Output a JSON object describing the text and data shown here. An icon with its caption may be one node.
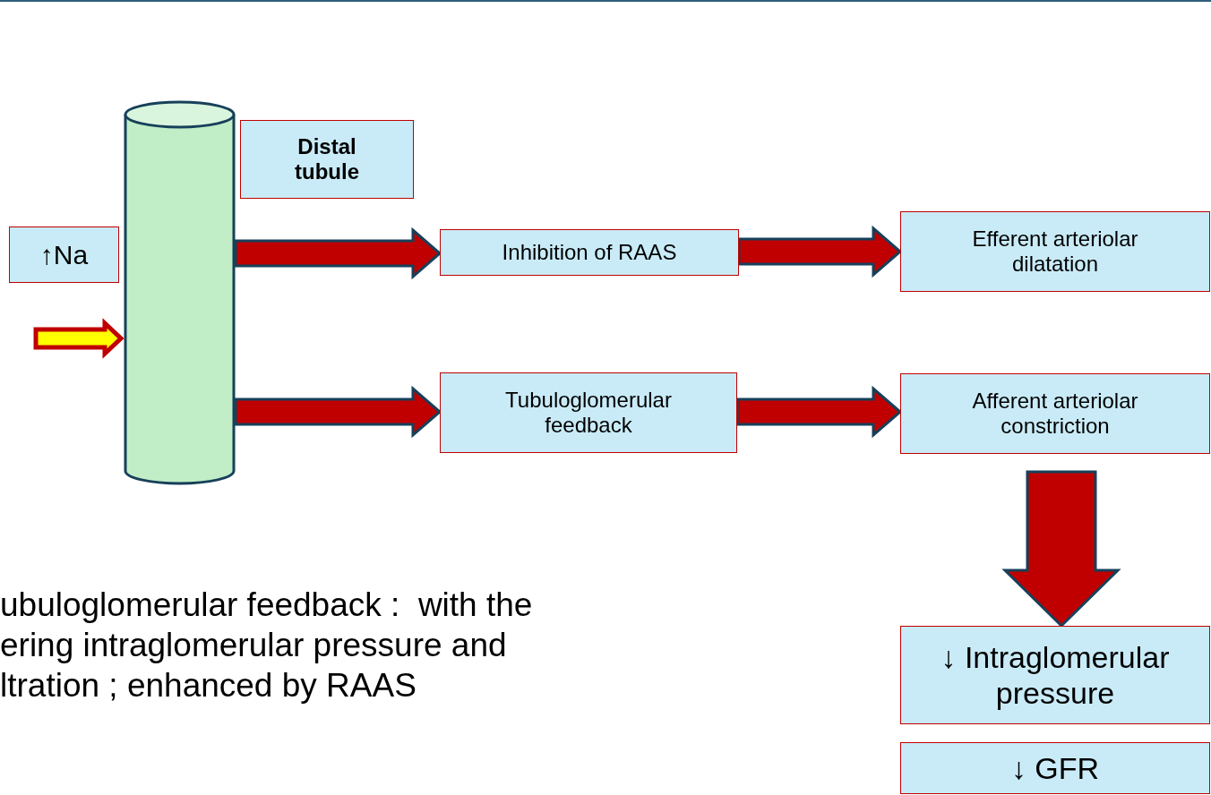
{
  "diagram": {
    "nodes": [
      {
        "text": [
          "↑Na"
        ]
      },
      {
        "text": [],
        "shape": "cylinder"
      },
      {
        "text": [
          "Distal tubule"
        ]
      },
      {
        "text": [
          "Inhibition of RAAS"
        ]
      },
      {
        "text": [
          "Efferent arteriolar dilatation"
        ]
      },
      {
        "text": [
          "Tubuloglomerular feedback"
        ]
      },
      {
        "text": [
          "Afferent arteriolar constriction"
        ]
      },
      {
        "text": [
          "↓ Intraglomerular pressure"
        ]
      },
      {
        "text": [
          "↓ GFR"
        ]
      }
    ],
    "edges": [
      {
        "from": null,
        "to": 1,
        "arrow": "to",
        "color": "#ffff00"
      },
      {
        "from": 1,
        "to": 3,
        "arrow": "to"
      },
      {
        "from": 3,
        "to": 4,
        "arrow": "to"
      },
      {
        "from": 1,
        "to": 5,
        "arrow": "to"
      },
      {
        "from": 5,
        "to": 6,
        "arrow": "to"
      },
      {
        "from": 6,
        "to": 7,
        "arrow": "to",
        "style": "thick"
      }
    ],
    "labels": [
      "ubuloglomerular feedback :  with the ering intraglomerular pressure and ltration ; enhanced by RAAS"
    ]
  }
}
